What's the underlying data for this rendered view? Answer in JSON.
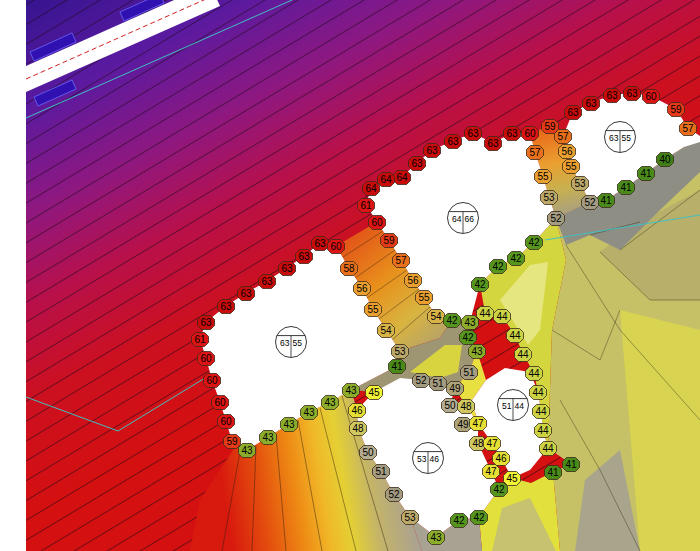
{
  "diagram": {
    "nodes": [
      {
        "text": [
          "63"
        ]
      },
      {
        "text": [
          "60"
        ]
      },
      {
        "text": [
          "63"
        ]
      },
      {
        "text": [
          "63"
        ]
      },
      {
        "text": [
          "63"
        ]
      },
      {
        "text": [
          "59"
        ]
      },
      {
        "text": [
          "57"
        ]
      },
      {
        "text": [
          "63"
        ]
      },
      {
        "text": [
          "60"
        ]
      },
      {
        "text": [
          "59"
        ]
      },
      {
        "text": [
          "63"
        ]
      },
      {
        "text": [
          "63",
          "55"
        ]
      },
      {
        "text": [
          "57"
        ]
      },
      {
        "text": [
          "63"
        ]
      },
      {
        "text": [
          "63"
        ]
      },
      {
        "text": [
          "63"
        ]
      },
      {
        "text": [
          "56"
        ]
      },
      {
        "text": [
          "40"
        ]
      },
      {
        "text": [
          "63"
        ]
      },
      {
        "text": [
          "55"
        ]
      },
      {
        "text": [
          "41"
        ]
      },
      {
        "text": [
          "64"
        ]
      },
      {
        "text": [
          "64"
        ]
      },
      {
        "text": [
          "53"
        ]
      },
      {
        "text": [
          "41"
        ]
      },
      {
        "text": [
          "64"
        ]
      },
      {
        "text": [
          "41"
        ]
      },
      {
        "text": [
          "52"
        ]
      },
      {
        "text": [
          "61"
        ]
      },
      {
        "text": [
          "64",
          "66"
        ]
      },
      {
        "text": [
          "60"
        ]
      },
      {
        "text": [
          "57"
        ]
      },
      {
        "text": [
          "55"
        ]
      },
      {
        "text": [
          "53"
        ]
      },
      {
        "text": [
          "52"
        ]
      },
      {
        "text": [
          "63"
        ]
      },
      {
        "text": [
          "42"
        ]
      },
      {
        "text": [
          "59"
        ]
      },
      {
        "text": [
          "60"
        ]
      },
      {
        "text": [
          "63"
        ]
      },
      {
        "text": [
          "42"
        ]
      },
      {
        "text": [
          "57"
        ]
      },
      {
        "text": [
          "42"
        ]
      },
      {
        "text": [
          "63"
        ]
      },
      {
        "text": [
          "58"
        ]
      },
      {
        "text": [
          "56"
        ]
      },
      {
        "text": [
          "63"
        ]
      },
      {
        "text": [
          "42"
        ]
      },
      {
        "text": [
          "56"
        ]
      },
      {
        "text": [
          "63"
        ]
      },
      {
        "text": [
          "55"
        ]
      },
      {
        "text": [
          "63"
        ]
      },
      {
        "text": [
          "55"
        ]
      },
      {
        "text": [
          "44"
        ]
      },
      {
        "text": [
          "54"
        ]
      },
      {
        "text": [
          "44"
        ]
      },
      {
        "text": [
          "42"
        ]
      },
      {
        "text": [
          "43"
        ]
      },
      {
        "text": [
          "63"
        ]
      },
      {
        "text": [
          "54"
        ]
      },
      {
        "text": [
          "44"
        ]
      },
      {
        "text": [
          "42"
        ]
      },
      {
        "text": [
          "61"
        ]
      },
      {
        "text": [
          "63",
          "55"
        ]
      },
      {
        "text": [
          "53"
        ]
      },
      {
        "text": [
          "43"
        ]
      },
      {
        "text": [
          "44"
        ]
      },
      {
        "text": [
          "60"
        ]
      },
      {
        "text": [
          "41"
        ]
      },
      {
        "text": [
          "51"
        ]
      },
      {
        "text": [
          "44"
        ]
      },
      {
        "text": [
          "60"
        ]
      },
      {
        "text": [
          "52"
        ]
      },
      {
        "text": [
          "51"
        ]
      },
      {
        "text": [
          "49"
        ]
      },
      {
        "text": [
          "43"
        ]
      },
      {
        "text": [
          "45"
        ]
      },
      {
        "text": [
          "44"
        ]
      },
      {
        "text": [
          "60"
        ]
      },
      {
        "text": [
          "43"
        ]
      },
      {
        "text": [
          "51",
          "44"
        ]
      },
      {
        "text": [
          "50"
        ]
      },
      {
        "text": [
          "48"
        ]
      },
      {
        "text": [
          "46"
        ]
      },
      {
        "text": [
          "44"
        ]
      },
      {
        "text": [
          "43"
        ]
      },
      {
        "text": [
          "60"
        ]
      },
      {
        "text": [
          "43"
        ]
      },
      {
        "text": [
          "49"
        ]
      },
      {
        "text": [
          "47"
        ]
      },
      {
        "text": [
          "48"
        ]
      },
      {
        "text": [
          "44"
        ]
      },
      {
        "text": [
          "43"
        ]
      },
      {
        "text": [
          "59"
        ]
      },
      {
        "text": [
          "48"
        ]
      },
      {
        "text": [
          "47"
        ]
      },
      {
        "text": [
          "44"
        ]
      },
      {
        "text": [
          "43"
        ]
      },
      {
        "text": [
          "50"
        ]
      },
      {
        "text": [
          "53",
          "46"
        ]
      },
      {
        "text": [
          "46"
        ]
      },
      {
        "text": [
          "41"
        ]
      },
      {
        "text": [
          "51"
        ]
      },
      {
        "text": [
          "47"
        ]
      },
      {
        "text": [
          "41"
        ]
      },
      {
        "text": [
          "45"
        ]
      },
      {
        "text": [
          "42"
        ]
      },
      {
        "text": [
          "52"
        ]
      },
      {
        "text": [
          "53"
        ]
      },
      {
        "text": [
          "42"
        ]
      },
      {
        "text": [
          "42"
        ]
      },
      {
        "text": [
          "43"
        ]
      }
    ]
  }
}
